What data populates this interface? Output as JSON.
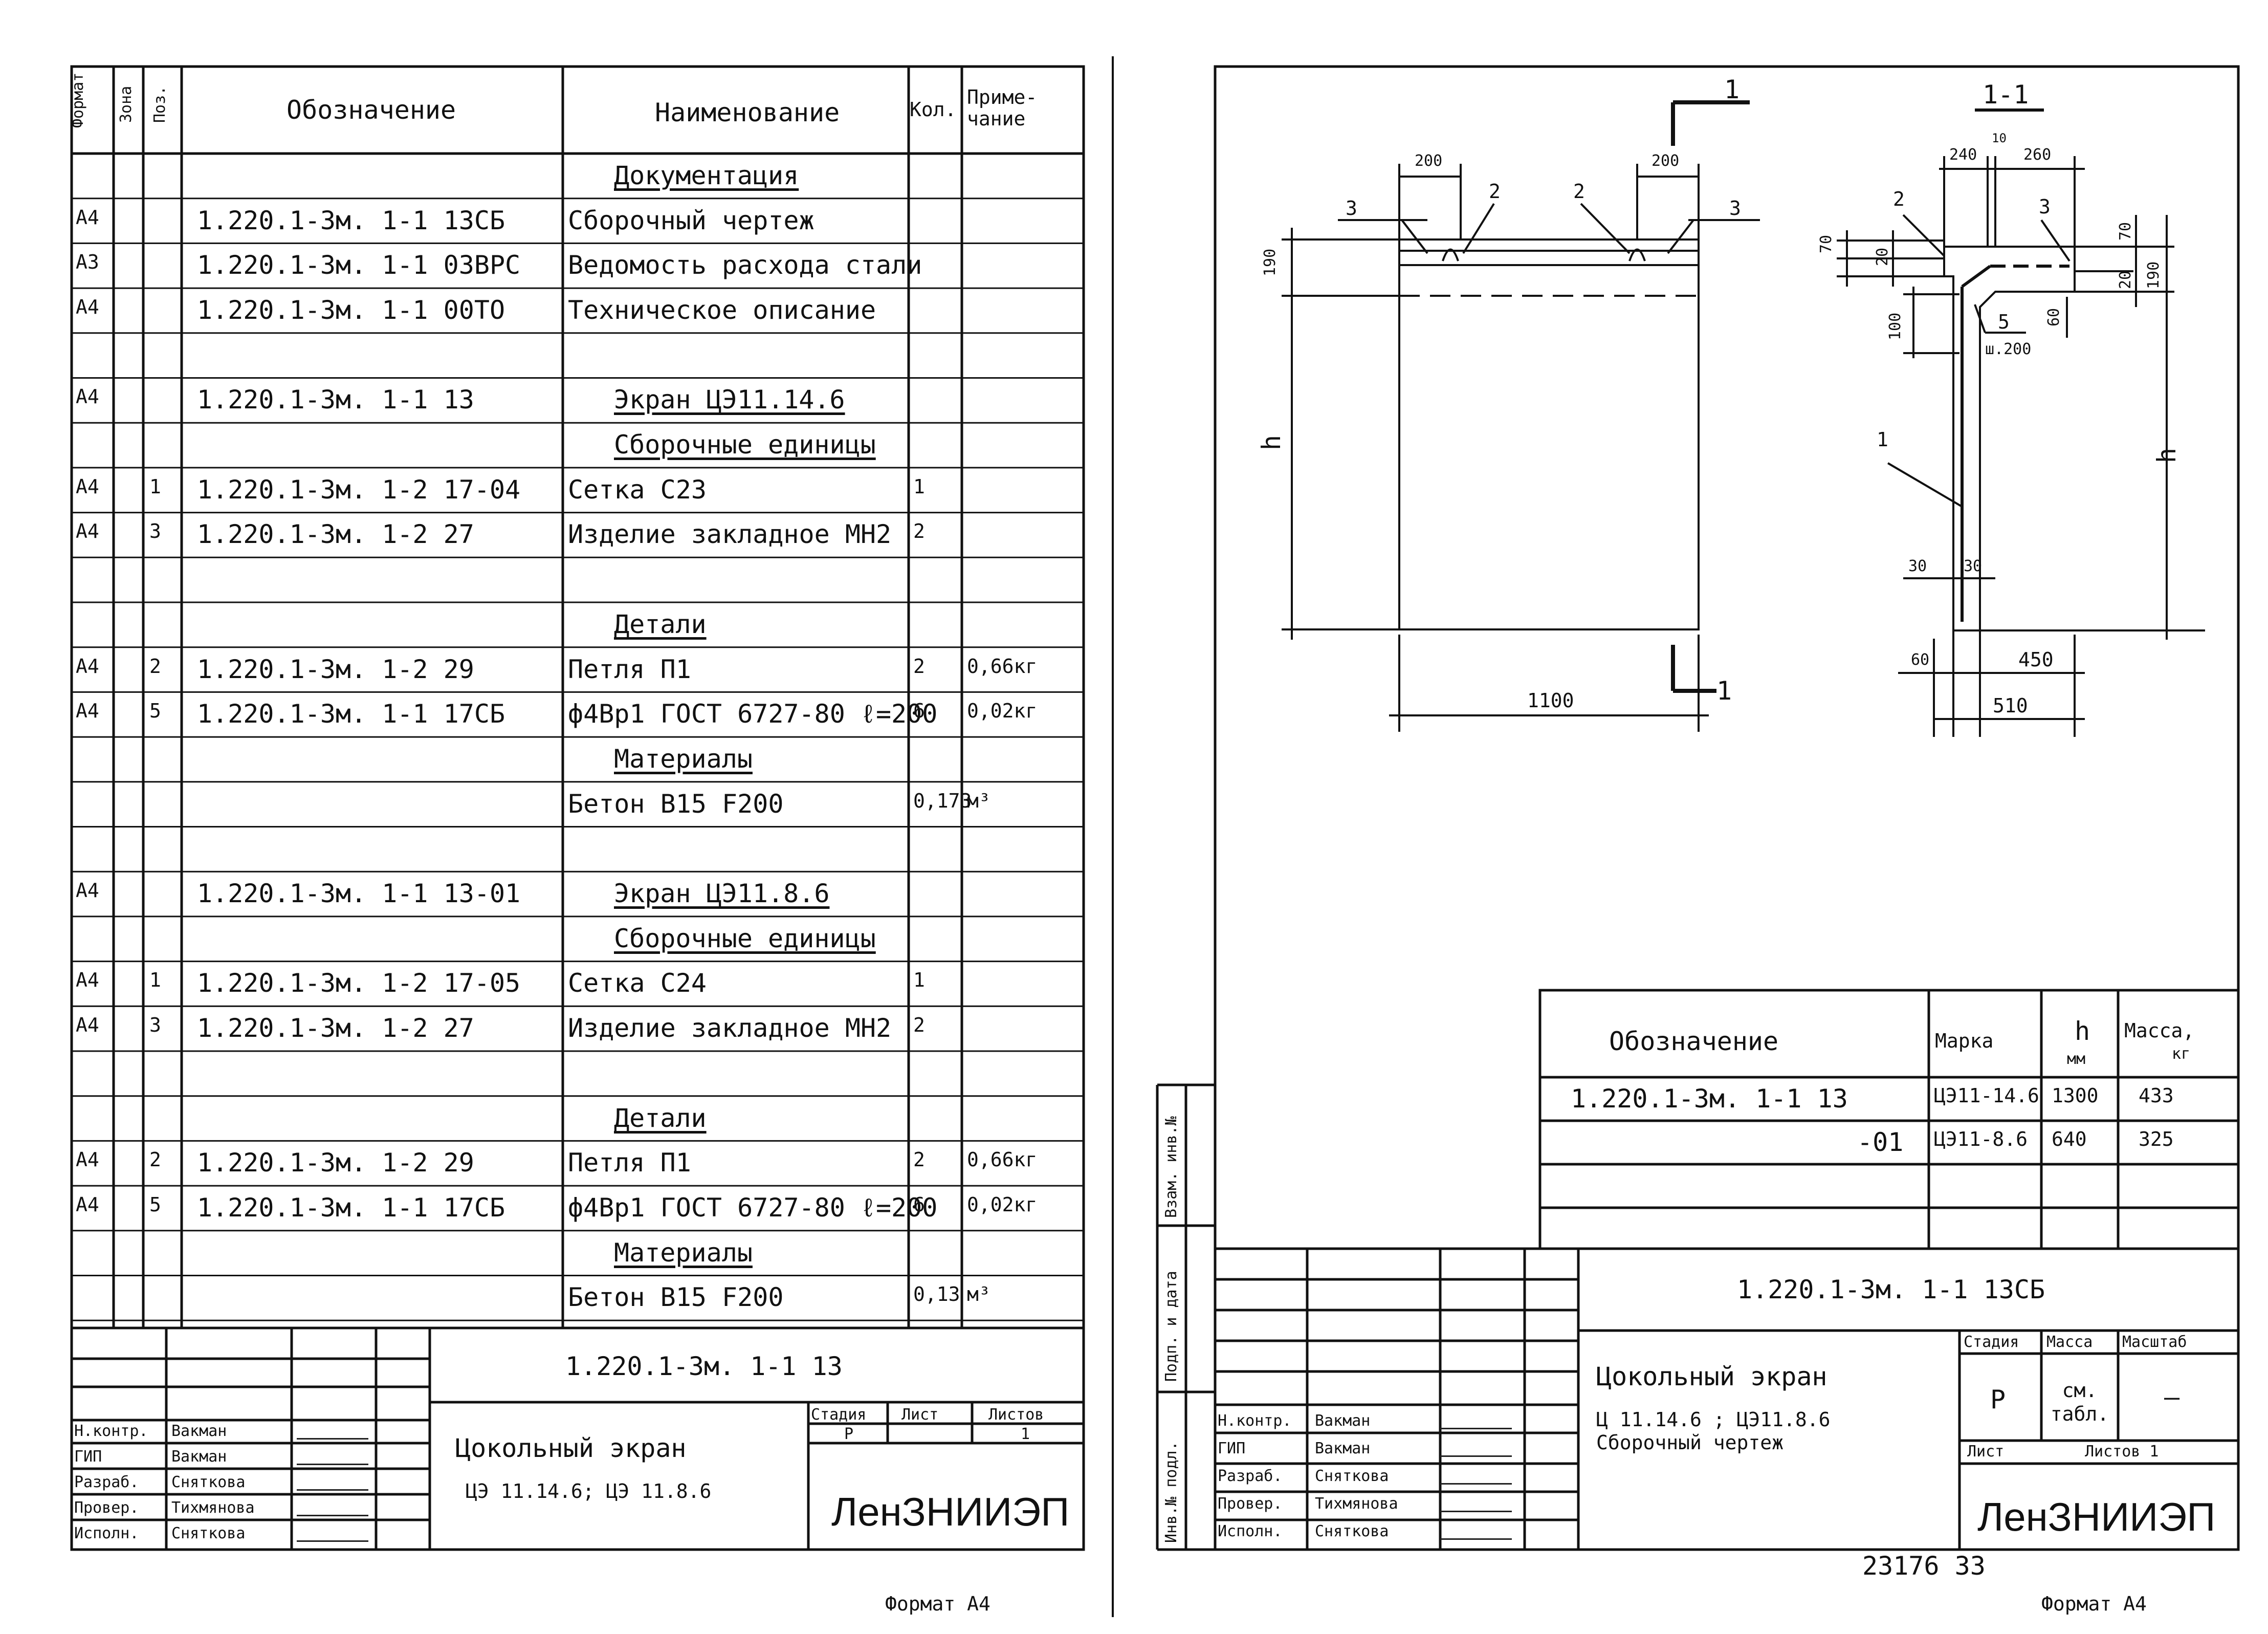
{
  "left": {
    "headers": {
      "format": "Формат",
      "zone": "Зона",
      "pos": "Поз.",
      "designation": "Обозначение",
      "name": "Наименование",
      "qty": "Кол.",
      "note": "Приме-чание"
    },
    "rows": [
      {
        "fmt": "",
        "pos": "",
        "des": "",
        "name": "Документация",
        "qty": "",
        "note": "",
        "section": true
      },
      {
        "fmt": "А4",
        "pos": "",
        "des": "1.220.1-3м. 1-1       13СБ",
        "name": "Сборочный  чертеж",
        "qty": "",
        "note": ""
      },
      {
        "fmt": "А3",
        "pos": "",
        "des": "1.220.1-3м. 1-1           03ВРС",
        "name": "Ведомость расхода стали",
        "qty": "",
        "note": ""
      },
      {
        "fmt": "А4",
        "pos": "",
        "des": "1.220.1-3м. 1-1  00ТО",
        "name": "Техническое описание",
        "qty": "",
        "note": ""
      },
      {
        "fmt": "",
        "pos": "",
        "des": "",
        "name": "",
        "qty": "",
        "note": ""
      },
      {
        "fmt": "А4",
        "pos": "",
        "des": "1.220.1-3м. 1-1    13",
        "name": "Экран ЦЭ11.14.6",
        "qty": "",
        "note": "",
        "section": true
      },
      {
        "fmt": "",
        "pos": "",
        "des": "",
        "name": "Сборочные единицы",
        "qty": "",
        "note": "",
        "section": true
      },
      {
        "fmt": "А4",
        "pos": "1",
        "des": "1.220.1-3м. 1-2     17-04",
        "name": "Сетка С23",
        "qty": "1",
        "note": ""
      },
      {
        "fmt": "А4",
        "pos": "3",
        "des": "1.220.1-3м. 1-2     27",
        "name": "Изделие закладное МН2",
        "qty": "2",
        "note": ""
      },
      {
        "fmt": "",
        "pos": "",
        "des": "",
        "name": "",
        "qty": "",
        "note": ""
      },
      {
        "fmt": "",
        "pos": "",
        "des": "",
        "name": "Детали",
        "qty": "",
        "note": "",
        "section": true
      },
      {
        "fmt": "А4",
        "pos": "2",
        "des": "1.220.1-3м. 1-2  29",
        "name": "Петля П1",
        "qty": "2",
        "note": "0,66кг"
      },
      {
        "fmt": "А4",
        "pos": "5",
        "des": "1.220.1-3м. 1-1   17СБ",
        "name": "ф4Вр1 ГОСТ 6727-80 ℓ=200",
        "qty": "6",
        "note": "0,02кг"
      },
      {
        "fmt": "",
        "pos": "",
        "des": "",
        "name": "Материалы",
        "qty": "",
        "note": "",
        "section": true
      },
      {
        "fmt": "",
        "pos": "",
        "des": "",
        "name": "Бетон  В15  F200",
        "qty": "0,173",
        "note": "м³"
      },
      {
        "fmt": "",
        "pos": "",
        "des": "",
        "name": "",
        "qty": "",
        "note": ""
      },
      {
        "fmt": "А4",
        "pos": "",
        "des": "1.220.1-3м. 1-1   13-01",
        "name": "Экран ЦЭ11.8.6",
        "qty": "",
        "note": "",
        "section": true
      },
      {
        "fmt": "",
        "pos": "",
        "des": "",
        "name": "Сборочные единицы",
        "qty": "",
        "note": "",
        "section": true
      },
      {
        "fmt": "А4",
        "pos": "1",
        "des": "1.220.1-3м. 1-2     17-05",
        "name": "Сетка С24",
        "qty": "1",
        "note": ""
      },
      {
        "fmt": "А4",
        "pos": "3",
        "des": "1.220.1-3м. 1-2     27",
        "name": "Изделие закладное МН2",
        "qty": "2",
        "note": ""
      },
      {
        "fmt": "",
        "pos": "",
        "des": "",
        "name": "",
        "qty": "",
        "note": ""
      },
      {
        "fmt": "",
        "pos": "",
        "des": "",
        "name": "Детали",
        "qty": "",
        "note": "",
        "section": true
      },
      {
        "fmt": "А4",
        "pos": "2",
        "des": "1.220.1-3м. 1-2  29",
        "name": "Петля П1",
        "qty": "2",
        "note": "0,66кг"
      },
      {
        "fmt": "А4",
        "pos": "5",
        "des": "1.220.1-3м. 1-1   17СБ",
        "name": "ф4Вр1 ГОСТ 6727-80 ℓ=200",
        "qty": "6",
        "note": "0,02кг"
      },
      {
        "fmt": "",
        "pos": "",
        "des": "",
        "name": "Материалы",
        "qty": "",
        "note": "",
        "section": true
      },
      {
        "fmt": "",
        "pos": "",
        "des": "",
        "name": "Бетон  В15  F200",
        "qty": "0,13",
        "note": "м³"
      }
    ],
    "stamp": {
      "code": "1.220.1-3м. 1-1       13",
      "title1": "Цокольный  экран",
      "title2": "ЦЭ 11.14.6; ЦЭ 11.8.6",
      "stage_h": "Стадия",
      "sheet_h": "Лист",
      "sheets_h": "Листов",
      "stage": "Р",
      "sheets": "1",
      "org": "ЛенЗНИИЭП",
      "people": [
        {
          "role": "Н.контр.",
          "name": "Вакман"
        },
        {
          "role": "ГИП",
          "name": "Вакман"
        },
        {
          "role": "Разраб.",
          "name": "Сняткова"
        },
        {
          "role": "Провер.",
          "name": "Тихмянова"
        },
        {
          "role": "Исполн.",
          "name": "Сняткова"
        }
      ]
    }
  },
  "right": {
    "drawing": {
      "section_mark": "1",
      "section_title": "1-1",
      "dim_200a": "200",
      "dim_200b": "200",
      "dim_190": "190",
      "dim_h": "h",
      "dim_1100": "1100",
      "lbl_3a": "3",
      "lbl_2a": "2",
      "lbl_2b": "2",
      "lbl_3b": "3",
      "d_240": "240",
      "d_10": "10",
      "d_260": "260",
      "d_70a": "70",
      "d_70b": "70",
      "d_20a": "20",
      "d_20b": "20",
      "d_190": "190",
      "d_100": "100",
      "d_60": "60",
      "lbl_5": "5",
      "lbl_sh200": "ш.200",
      "lbl_1": "1",
      "lbl_2c": "2",
      "lbl_3c": "3",
      "d_h": "h",
      "d_30a": "30",
      "d_30b": "30",
      "d_60b": "60",
      "d_450": "450",
      "d_510": "510"
    },
    "marks_table": {
      "h_designation": "Обозначение",
      "h_mark": "Марка",
      "h_h": "h",
      "h_h_unit": "мм",
      "h_mass": "Масса,",
      "h_mass_unit": "кг",
      "rows": [
        {
          "des": "1.220.1-3м. 1-1    13",
          "mark": "ЦЭ11-14.6",
          "h": "1300",
          "mass": "433"
        },
        {
          "des": "-01",
          "mark": "ЦЭ11-8.6",
          "h": "640",
          "mass": "325"
        }
      ]
    },
    "side_labels": {
      "inv": "Инв.№ подл.",
      "sign": "Подп. и дата",
      "vzam": "Взам. инв.№"
    },
    "stamp": {
      "code": "1.220.1-3м. 1-1      13СБ",
      "title1": "Цокольный  экран",
      "title2": "Ц 11.14.6 ; ЦЭ11.8.6",
      "title3": "Сборочный  чертеж",
      "stage_h": "Стадия",
      "mass_h": "Масса",
      "scale_h": "Масштаб",
      "stage": "Р",
      "mass": "см. табл.",
      "scale": "—",
      "sheet_h": "Лист",
      "sheets_h": "Листов 1",
      "org": "ЛенЗНИИЭП",
      "people": [
        {
          "role": "Н.контр.",
          "name": "Вакман"
        },
        {
          "role": "ГИП",
          "name": "Вакман"
        },
        {
          "role": "Разраб.",
          "name": "Сняткова"
        },
        {
          "role": "Провер.",
          "name": "Тихмянова"
        },
        {
          "role": "Исполн.",
          "name": "Сняткова"
        }
      ]
    },
    "footer_num": "23176   33",
    "format_note": "Формат А4"
  },
  "left_format_note": "Формат А4"
}
